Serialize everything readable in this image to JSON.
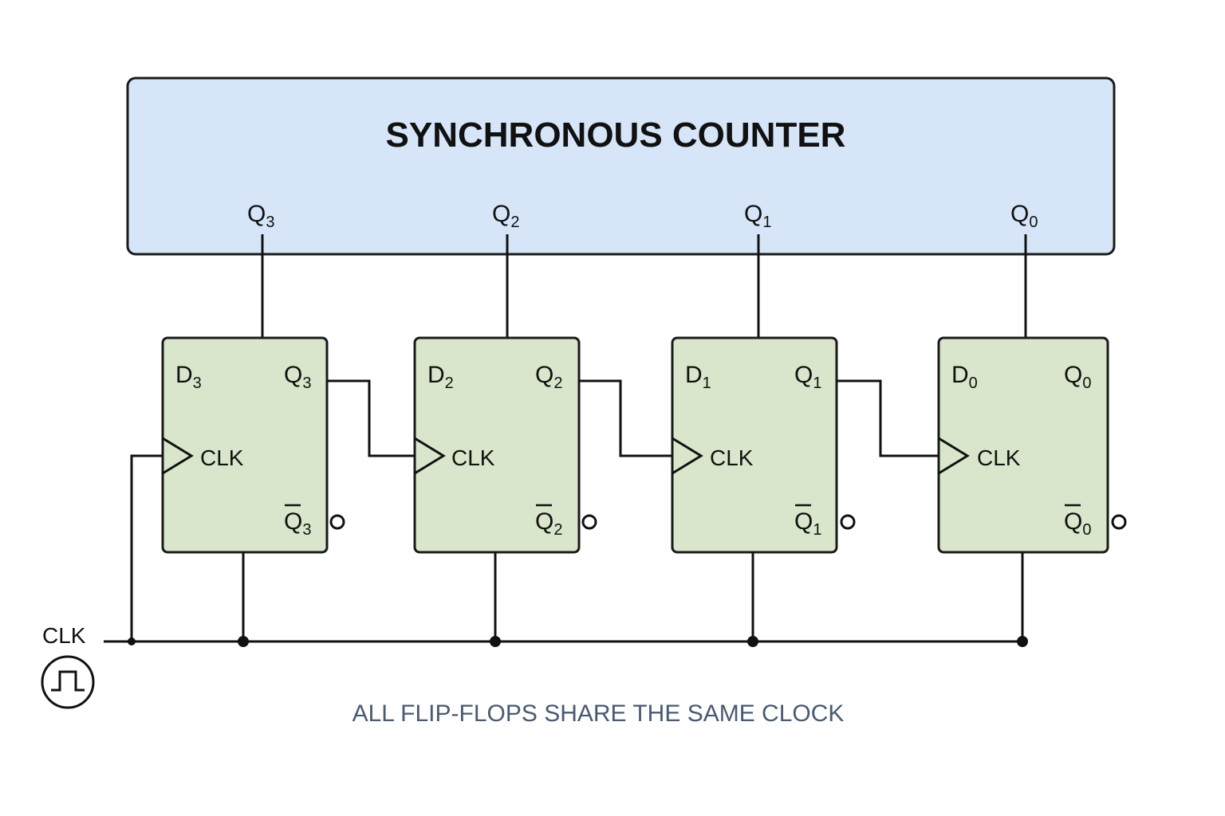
{
  "title": "SYNCHRONOUS COUNTER",
  "colors": {
    "header_fill": "#d6e6f8",
    "ff_fill": "#d9e6cb",
    "stroke": "#1a1a1a",
    "caption": "#4a5a70"
  },
  "header_outputs": [
    {
      "base": "Q",
      "sub": "3"
    },
    {
      "base": "Q",
      "sub": "2"
    },
    {
      "base": "Q",
      "sub": "1"
    },
    {
      "base": "Q",
      "sub": "0"
    }
  ],
  "flip_flops": [
    {
      "d": {
        "base": "D",
        "sub": "3"
      },
      "q": {
        "base": "Q",
        "sub": "3"
      },
      "qbar": {
        "base": "Q",
        "sub": "3"
      },
      "clk": "CLK"
    },
    {
      "d": {
        "base": "D",
        "sub": "2"
      },
      "q": {
        "base": "Q",
        "sub": "2"
      },
      "qbar": {
        "base": "Q",
        "sub": "2"
      },
      "clk": "CLK"
    },
    {
      "d": {
        "base": "D",
        "sub": "1"
      },
      "q": {
        "base": "Q",
        "sub": "1"
      },
      "qbar": {
        "base": "Q",
        "sub": "1"
      },
      "clk": "CLK"
    },
    {
      "d": {
        "base": "D",
        "sub": "0"
      },
      "q": {
        "base": "Q",
        "sub": "0"
      },
      "qbar": {
        "base": "Q",
        "sub": "0"
      },
      "clk": "CLK"
    }
  ],
  "clock_source": {
    "label": "CLK",
    "icon": "square-pulse-icon"
  },
  "caption": "ALL FLIP-FLOPS SHARE THE SAME CLOCK"
}
